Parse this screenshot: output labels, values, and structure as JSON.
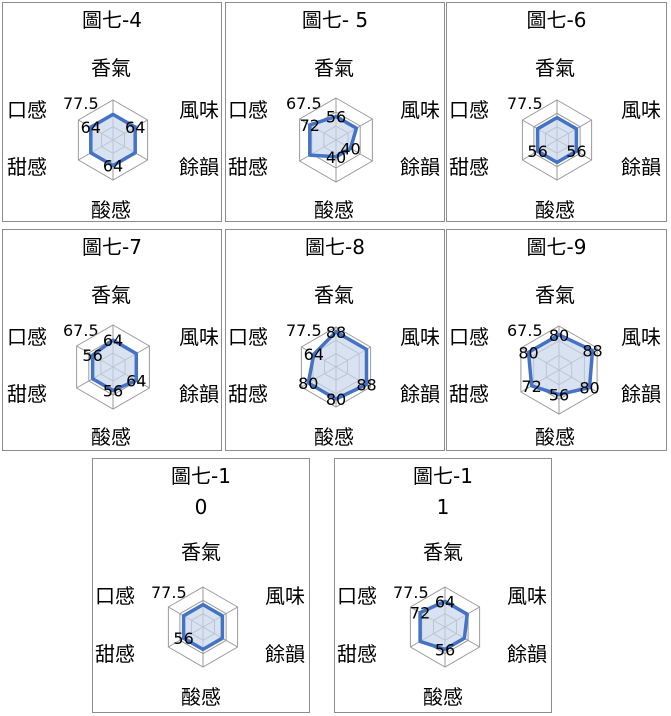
{
  "axis_labels": [
    "香氣",
    "風味",
    "餘韻",
    "酸感",
    "甜感",
    "口感"
  ],
  "colors": {
    "series": "#4472c4",
    "fill": "#c9d6ea",
    "grid": "#9a9a9a"
  },
  "chart_data": [
    {
      "type": "radar",
      "title": "圖七-4",
      "categories": [
        "香氣",
        "風味",
        "餘韻",
        "酸感",
        "甜感",
        "口感"
      ],
      "max": 77.5,
      "max_label": "77.5",
      "values": [
        64,
        64,
        64,
        64,
        64,
        64
      ],
      "data_labels": [
        {
          "i": 1,
          "text": "64"
        },
        {
          "i": 3,
          "text": "64"
        },
        {
          "i": 5,
          "text": "64"
        }
      ]
    },
    {
      "type": "radar",
      "title": "圖七- 5",
      "categories": [
        "香氣",
        "風味",
        "餘韻",
        "酸感",
        "甜感",
        "口感"
      ],
      "max": 67.5,
      "max_label": "67.5",
      "values": [
        56,
        56,
        40,
        40,
        72,
        72
      ],
      "data_labels": [
        {
          "i": 0,
          "text": "56"
        },
        {
          "i": 2,
          "text": "40"
        },
        {
          "i": 3,
          "text": "40"
        },
        {
          "i": 5,
          "text": "72"
        }
      ]
    },
    {
      "type": "radar",
      "title": "圖七-6",
      "categories": [
        "香氣",
        "風味",
        "餘韻",
        "酸感",
        "甜感",
        "口感"
      ],
      "max": 77.5,
      "max_label": "77.5",
      "values": [
        56,
        56,
        56,
        56,
        56,
        56
      ],
      "data_labels": [
        {
          "i": 4,
          "text": "56"
        },
        {
          "i": 2,
          "text": "56"
        }
      ]
    },
    {
      "type": "radar",
      "title": "圖七-7",
      "categories": [
        "香氣",
        "風味",
        "餘韻",
        "酸感",
        "甜感",
        "口感"
      ],
      "max": 67.5,
      "max_label": "67.5",
      "values": [
        64,
        64,
        64,
        56,
        56,
        56
      ],
      "data_labels": [
        {
          "i": 0,
          "text": "64"
        },
        {
          "i": 2,
          "text": "64"
        },
        {
          "i": 3,
          "text": "56"
        },
        {
          "i": 5,
          "text": "56"
        }
      ]
    },
    {
      "type": "radar",
      "title": "圖七-8",
      "categories": [
        "香氣",
        "風味",
        "餘韻",
        "酸感",
        "甜感",
        "口感"
      ],
      "max": 77.5,
      "max_label": "77.5",
      "values": [
        88,
        88,
        88,
        80,
        80,
        64
      ],
      "data_labels": [
        {
          "i": 0,
          "text": "88"
        },
        {
          "i": 2,
          "text": "88"
        },
        {
          "i": 3,
          "text": "80"
        },
        {
          "i": 4,
          "text": "80"
        },
        {
          "i": 5,
          "text": "64"
        }
      ]
    },
    {
      "type": "radar",
      "title": "圖七-9",
      "categories": [
        "香氣",
        "風味",
        "餘韻",
        "酸感",
        "甜感",
        "口感"
      ],
      "max": 67.5,
      "max_label": "67.5",
      "values": [
        80,
        88,
        80,
        56,
        72,
        80
      ],
      "data_labels": [
        {
          "i": 0,
          "text": "80"
        },
        {
          "i": 1,
          "text": "88"
        },
        {
          "i": 2,
          "text": "80"
        },
        {
          "i": 3,
          "text": "56"
        },
        {
          "i": 4,
          "text": "72"
        },
        {
          "i": 5,
          "text": "80"
        }
      ]
    },
    {
      "type": "radar",
      "title": "圖七-1",
      "title_line2": "0",
      "categories": [
        "香氣",
        "風味",
        "餘韻",
        "酸感",
        "甜感",
        "口感"
      ],
      "max": 77.5,
      "max_label": "77.5",
      "values": [
        56,
        56,
        56,
        56,
        56,
        56
      ],
      "data_labels": [
        {
          "i": 4,
          "text": "56"
        }
      ]
    },
    {
      "type": "radar",
      "title": "圖七-1",
      "title_line2": "1",
      "categories": [
        "香氣",
        "風味",
        "餘韻",
        "酸感",
        "甜感",
        "口感"
      ],
      "max": 77.5,
      "max_label": "77.5",
      "values": [
        64,
        64,
        56,
        56,
        72,
        72
      ],
      "data_labels": [
        {
          "i": 0,
          "text": "64"
        },
        {
          "i": 3,
          "text": "56"
        },
        {
          "i": 5,
          "text": "72"
        }
      ]
    }
  ]
}
